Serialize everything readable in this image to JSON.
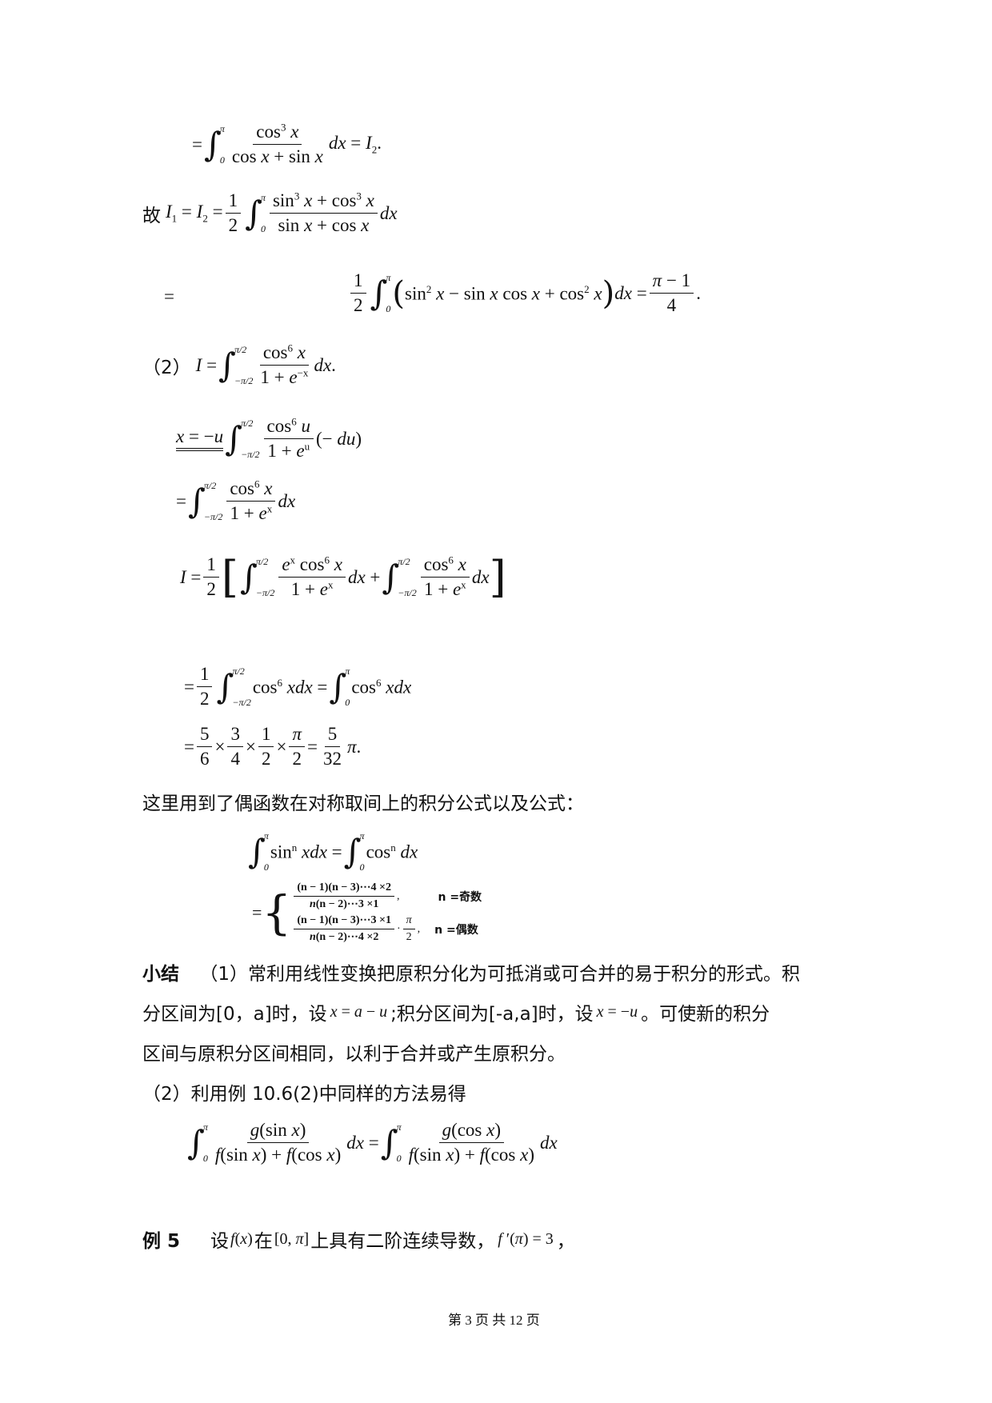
{
  "lines": {
    "intro_label": "故",
    "part2_label": "（2）",
    "note_text": "这里用到了偶函数在对称取间上的积分公式以及公式：",
    "summary_head": "小结",
    "summary_l1": "（1）常利用线性变换把原积分化为可抵消或可合并的易于积分的形式。积",
    "summary_l2_a": "分区间为[0，a]时，设",
    "summary_l2_b": ";积分区间为[-a,a]时，设",
    "summary_l2_c": "。可使新的积分",
    "summary_l3": "区间与原积分区间相同，以利于合并或产生原积分。",
    "summary_l4": "（2）利用例 10.6(2)中同样的方法易得",
    "example_head": "例 5",
    "example_a": "设",
    "example_b": "在",
    "example_c": "上具有二阶连续导数，",
    "example_d": "，",
    "odd_label": "n =奇数",
    "even_label": "n =偶数"
  },
  "footer": {
    "page_label": "第 3 页 共 12 页"
  }
}
